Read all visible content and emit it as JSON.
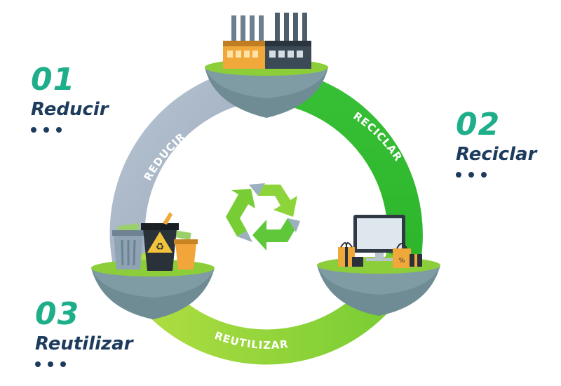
{
  "steps": [
    {
      "number": "01",
      "label": "Reducir"
    },
    {
      "number": "02",
      "label": "Reciclar"
    },
    {
      "number": "03",
      "label": "Reutilizar"
    }
  ],
  "ring_labels": {
    "reducir": "REDUCIR",
    "reciclar": "RECICLAR",
    "reutilizar": "REUTILIZAR"
  },
  "icons": [
    "factory-icon",
    "trash-bins-icon",
    "computer-shopping-icon",
    "recycle-icon"
  ],
  "colors": {
    "teal": "#1fae8a",
    "navy": "#1d3b5c",
    "green_bright": "#3fc03a",
    "green_light": "#8cd43a",
    "gray_blue": "#a7b6c8",
    "island_top": "#8ccd3a",
    "island_base": "#6f8c95"
  }
}
